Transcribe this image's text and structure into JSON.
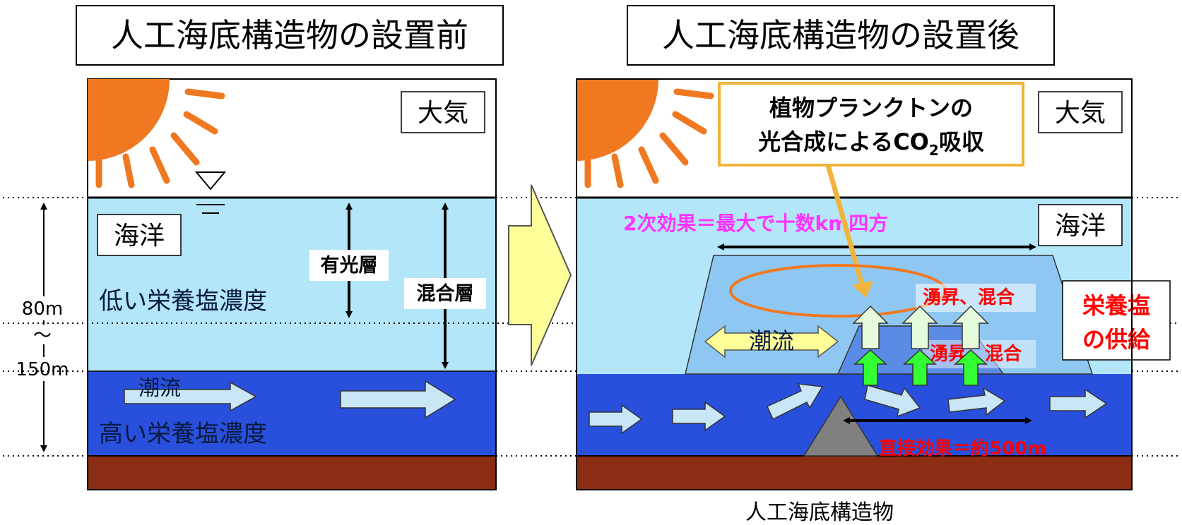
{
  "titles": {
    "before": "人工海底構造物の設置前",
    "after": "人工海底構造物の設置後"
  },
  "before": {
    "atmosphere": "大気",
    "ocean": "海洋",
    "low_nutrient": "低い栄養塩濃度",
    "high_nutrient": "高い栄養塩濃度",
    "current": "潮流",
    "euphotic_layer": "有光層",
    "mixed_layer": "混合層"
  },
  "after": {
    "atmosphere": "大気",
    "ocean": "海洋",
    "callout_line1": "植物プランクトンの",
    "callout_line2_prefix": "光合成によるCO",
    "callout_subscript": "2",
    "callout_line2_suffix": "吸収",
    "secondary_effect": "2次効果＝最大で十数km四方",
    "upwelling_upper": "湧昇、混合",
    "upwelling_lower": "湧昇、混合",
    "nutrient_supply_line1": "栄養塩",
    "nutrient_supply_line2": "の供給",
    "current": "潮流",
    "direct_effect": "直接効果＝約500m",
    "structure_caption": "人工海底構造物"
  },
  "depth_scale": {
    "top": "80m",
    "mid": "～",
    "bottom": "150m"
  },
  "colors": {
    "sky": "#ffffff",
    "upper_ocean": "#b4e6fa",
    "deep_ocean": "#2850dc",
    "seabed": "#8b2d14",
    "sun": "#f07820",
    "callout_border": "#f0b43c",
    "text_red": "#ff0000",
    "text_magenta": "#ff33ff"
  }
}
